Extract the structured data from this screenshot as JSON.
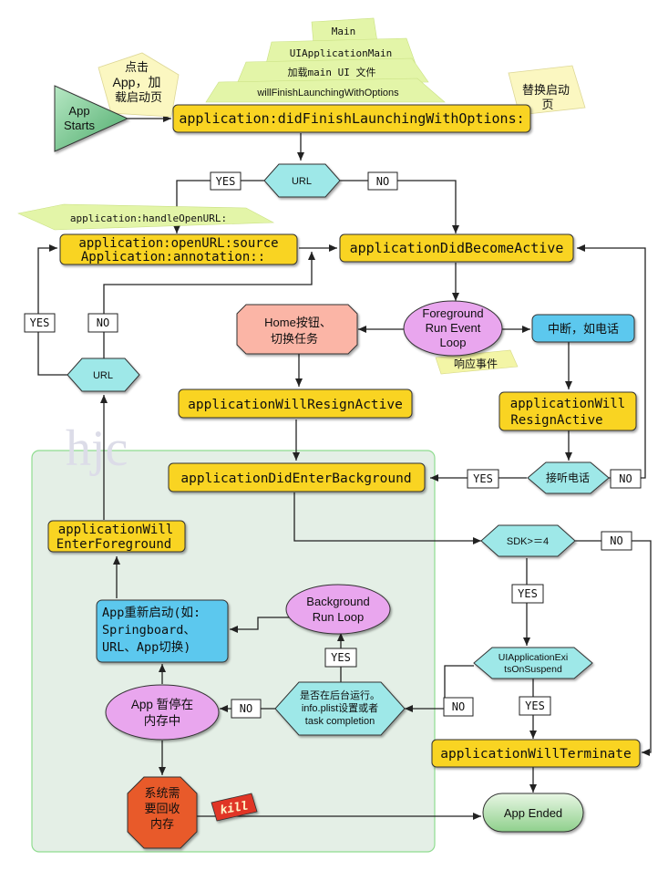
{
  "watermark": "hjc",
  "start": {
    "line1": "App",
    "line2": "Starts"
  },
  "notes": {
    "tap": {
      "line1": "点击",
      "line2": "App，加",
      "line3": "载启动页"
    },
    "replace": {
      "line1": "替换启动",
      "line2": "页"
    },
    "handle_open_url": "application:handleOpenURL:",
    "respond": "响应事件"
  },
  "stack": {
    "main": "Main",
    "ui_app_main": "UIApplicationMain",
    "load_ui": "加载main UI 文件",
    "will_finish": "willFinishLaunchingWithOptions"
  },
  "nodes": {
    "did_finish": "application:didFinishLaunchingWithOptions:",
    "url_top": "URL",
    "open_url": {
      "line1": "application:openURL:source",
      "line2": "Application:annotation::"
    },
    "did_become_active": "applicationDidBecomeActive",
    "home_button": {
      "line1": "Home按钮、",
      "line2": "切换任务"
    },
    "foreground_loop": {
      "line1": "Foreground",
      "line2": "Run Event",
      "line3": "Loop"
    },
    "interrupt": "中断，如电话",
    "url_left": "URL",
    "will_resign_left": "applicationWillResignActive",
    "will_resign_right": {
      "line1": "applicationWill",
      "line2": "ResignActive"
    },
    "did_enter_bg": "applicationDidEnterBackground",
    "answer_call": "接听电话",
    "will_enter_fg": {
      "line1": "applicationWill",
      "line2": "EnterForeground"
    },
    "sdk": "SDK>＝4",
    "relaunch": {
      "line1": "App重新启动(如:",
      "line2": "Springboard、",
      "line3": "URL、App切换)"
    },
    "bg_run_loop": {
      "line1": "Background",
      "line2": "Run Loop"
    },
    "exits_on_suspend": {
      "line1": "UIApplicationExi",
      "line2": "tsOnSuspend"
    },
    "paused": {
      "line1": "App 暂停在",
      "line2": "内存中"
    },
    "bg_check": {
      "line1": "是否在后台运行。",
      "line2": "info.plist设置或者",
      "line3": "task completion"
    },
    "will_terminate": "applicationWillTerminate",
    "reclaim": {
      "line1": "系统需",
      "line2": "要回收",
      "line3": "内存"
    },
    "kill": "kill",
    "app_ended": "App Ended"
  },
  "labels": {
    "yes": "YES",
    "no": "NO"
  },
  "colors": {
    "yellow": "#f9d423",
    "blue_box": "#5bc8ee",
    "cyan_diamond": "#9ee8e8",
    "lilac": "#e9a6ee",
    "salmon": "#fbb5a6",
    "orange_octagon": "#e85a2a",
    "kill_red": "#e03528",
    "note": "#fbf7c1",
    "green_region": "#e4efe6",
    "end_green": "#a9dba8"
  }
}
